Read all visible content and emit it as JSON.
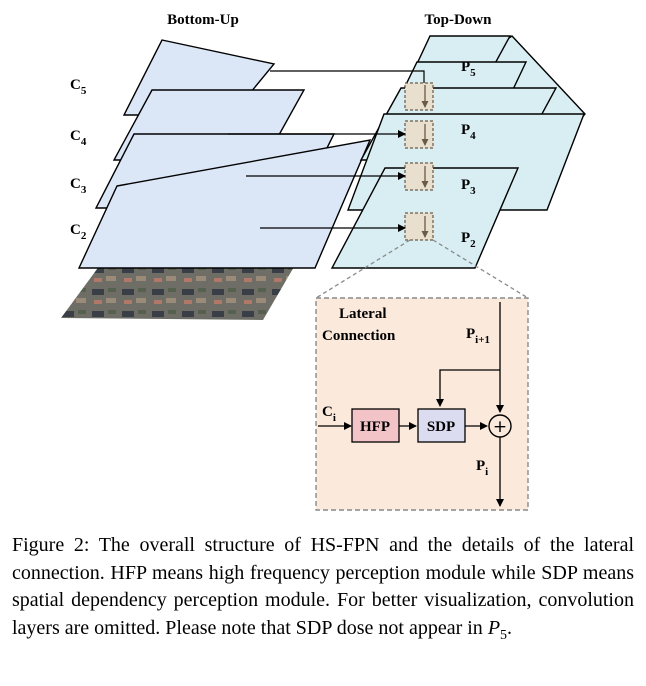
{
  "headings": {
    "bottom_up": "Bottom-Up",
    "top_down": "Top-Down"
  },
  "levels": [
    {
      "c_base": "C",
      "c_sub": "5",
      "p_base": "P",
      "p_sub": "5"
    },
    {
      "c_base": "C",
      "c_sub": "4",
      "p_base": "P",
      "p_sub": "4"
    },
    {
      "c_base": "C",
      "c_sub": "3",
      "p_base": "P",
      "p_sub": "3"
    },
    {
      "c_base": "C",
      "c_sub": "2",
      "p_base": "P",
      "p_sub": "2"
    }
  ],
  "lateral": {
    "title_line1": "Lateral",
    "title_line2": "Connection",
    "input_base": "C",
    "input_sub": "i",
    "top_base": "P",
    "top_sub": "i+1",
    "output_base": "P",
    "output_sub": "i",
    "hfp_label": "HFP",
    "sdp_label": "SDP",
    "plus_symbol": "+"
  },
  "colors": {
    "bottom_up_fill": "#dbe6f6",
    "top_down_fill": "#d8eef2",
    "lateral_bg": "#fbe9dc",
    "lateral_border": "#8a8a8a",
    "hfp_fill": "#f2c4c8",
    "sdp_fill": "#dcdcf0",
    "small_box_fill": "#e8dfcf"
  },
  "caption": {
    "prefix": "Figure 2: The overall structure of HS-FPN and the details of the lateral connection. HFP means high frequency perception module while SDP means spatial dependency perception module. For better visualization, convolution layers are omitted. Please note that SDP dose not appear in ",
    "math_base": "P",
    "math_sub": "5",
    "suffix": "."
  }
}
